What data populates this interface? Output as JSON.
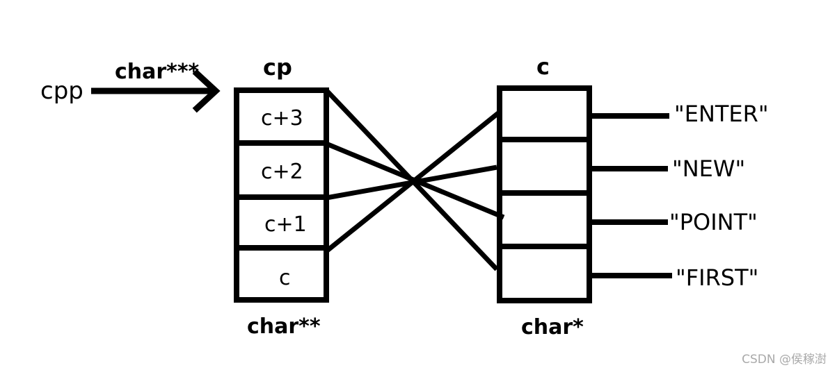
{
  "pointer_variable": {
    "name": "cpp",
    "type": "char***"
  },
  "cp_array": {
    "name": "cp",
    "type": "char**",
    "cells": [
      "c+3",
      "c+2",
      "c+1",
      "c"
    ]
  },
  "c_array": {
    "name": "c",
    "type": "char*"
  },
  "strings": [
    "\"ENTER\"",
    "\"NEW\"",
    "\"POINT\"",
    "\"FIRST\""
  ],
  "watermark": "CSDN @侯稼澍"
}
